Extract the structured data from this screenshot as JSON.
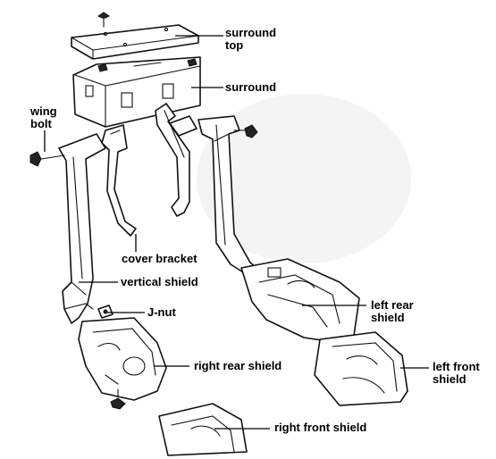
{
  "labels": {
    "surround_top": [
      "surround",
      "top"
    ],
    "surround": "surround",
    "wing_bolt": [
      "wing",
      "bolt"
    ],
    "cover_bracket": "cover bracket",
    "vertical_shield": "vertical shield",
    "j_nut": "J-nut",
    "left_rear_shield": [
      "left rear",
      "shield"
    ],
    "right_rear_shield": "right rear shield",
    "left_front_shield": [
      "left front",
      "shield"
    ],
    "right_front_shield": "right front shield"
  }
}
